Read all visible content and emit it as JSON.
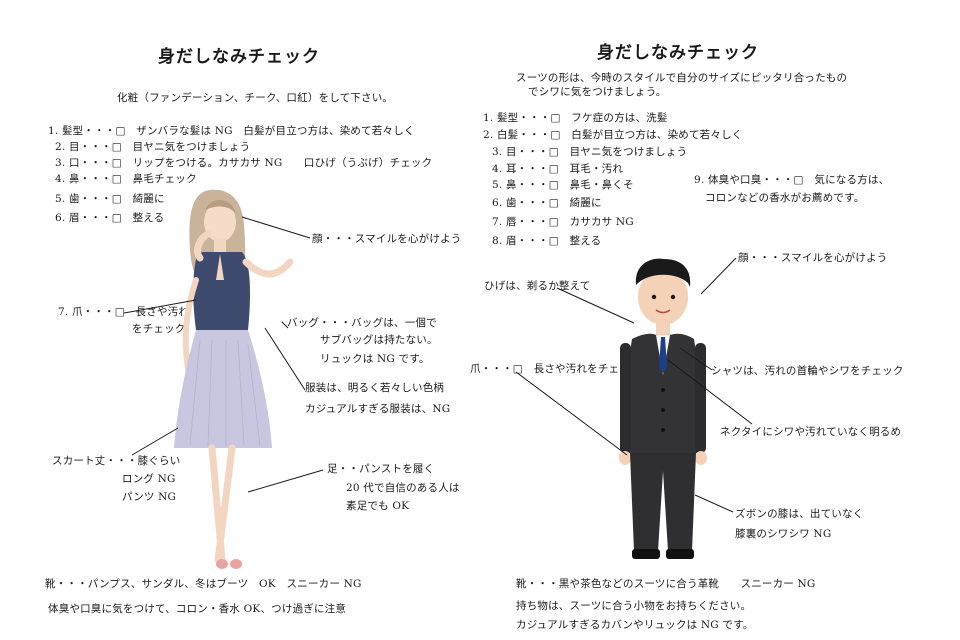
{
  "female": {
    "title": "身だしなみチェック",
    "subtitle": "化粧（ファンデーション、チーク、口紅）をして下さい。",
    "checklist": [
      "1. 髪型・・・□　ザンバラな髪は NG　白髪が目立つ方は、染めて若々しく",
      "2. 目・・・□　目ヤニ気をつけましょう",
      "3. 口・・・□　リップをつける。カサカサ NG　　口ひげ（うぶげ）チェック",
      "4. 鼻・・・□　鼻毛チェック",
      "5. 歯・・・□　綺麗に",
      "6. 眉・・・□　整える"
    ],
    "nail": [
      "7. 爪・・・□　長さや汚れ",
      "をチェック"
    ],
    "face": "顔・・・スマイルを心がけよう",
    "bag": [
      "バッグ・・・バッグは、一個で",
      "サブバッグは持たない。",
      "リュックは NG です。"
    ],
    "clothes": [
      "服装は、明るく若々しい色柄",
      "カジュアルすぎる服装は、NG"
    ],
    "skirt": [
      "スカート丈・・・膝ぐらい",
      "ロング NG",
      "パンツ NG"
    ],
    "legs": [
      "足・・パンストを履く",
      "20 代で自信のある人は",
      "素足でも OK"
    ],
    "shoes": "靴・・・パンプス、サンダル、冬はブーツ　OK　スニーカー NG",
    "odor": "体臭や口臭に気をつけて、コロン・香水 OK、つけ過ぎに注意"
  },
  "male": {
    "title": "身だしなみチェック",
    "intro": [
      "スーツの形は、今時のスタイルで自分のサイズにピッタリ合ったもの",
      "でシワに気をつけましょう。"
    ],
    "checklist": [
      "1. 髪型・・・□　フケ症の方は、洗髪",
      "2. 白髪・・・□　白髪が目立つ方は、染めて若々しく",
      "3. 目・・・□　目ヤニ気をつけましょう",
      "4. 耳・・・□　耳毛・汚れ",
      "5. 鼻・・・□　鼻毛・鼻くそ",
      "6. 歯・・・□　綺麗に",
      "7. 唇・・・□　カサカサ NG",
      "8. 眉・・・□　整える"
    ],
    "odor": [
      "9. 体臭や口臭・・・□　気になる方は、",
      "コロンなどの香水がお薦めです。"
    ],
    "face": "顔・・・スマイルを心がけよう",
    "beard": "ひげは、剃るか整えて",
    "nail": "爪・・・□　長さや汚れをチェッ",
    "shirt": "シャツは、汚れの首輪やシワをチェック",
    "tie": "ネクタイにシワや汚れていなく明るめ",
    "pants": [
      "ズボンの膝は、出ていなく",
      "膝裏のシワシワ NG"
    ],
    "shoes": "靴・・・黒や茶色などのスーツに合う革靴　　スニーカー NG",
    "belongings": [
      "持ち物は、スーツに合う小物をお持ちください。",
      "カジュアルすぎるカバンやリュックは NG です。"
    ]
  },
  "colors": {
    "text": "#1a1a1a",
    "hair_female": "#c9b39a",
    "dress": "#c9c7e0",
    "blouse": "#3e4a6e",
    "suit": "#333336",
    "tie": "#1e3f8a",
    "shoes_female": "#e8a3a3"
  }
}
